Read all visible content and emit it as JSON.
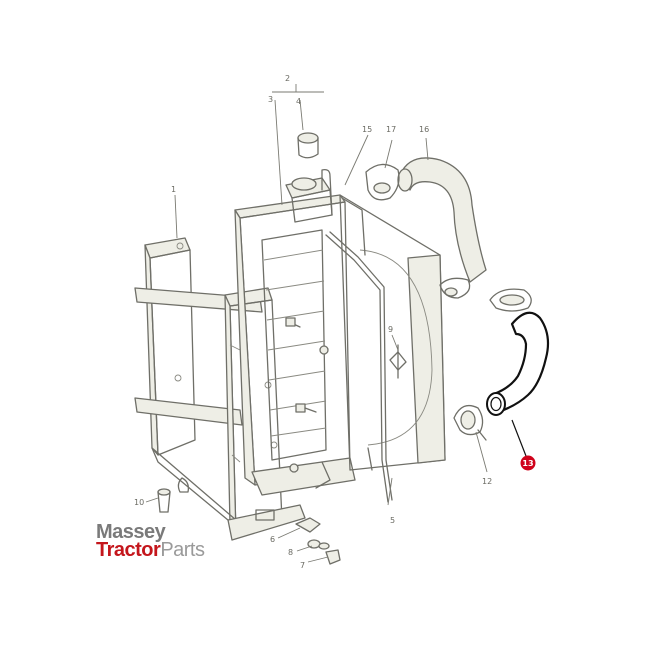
{
  "diagram": {
    "callouts": [
      "1",
      "2",
      "3",
      "4",
      "5",
      "6",
      "7",
      "8",
      "9",
      "10",
      "12",
      "13",
      "15",
      "16",
      "17"
    ],
    "highlighted_callout": "13",
    "highlight_color": "#d0021b"
  },
  "logo": {
    "line1": "Massey",
    "line2_a": "Tractor",
    "line2_b": "Parts"
  }
}
